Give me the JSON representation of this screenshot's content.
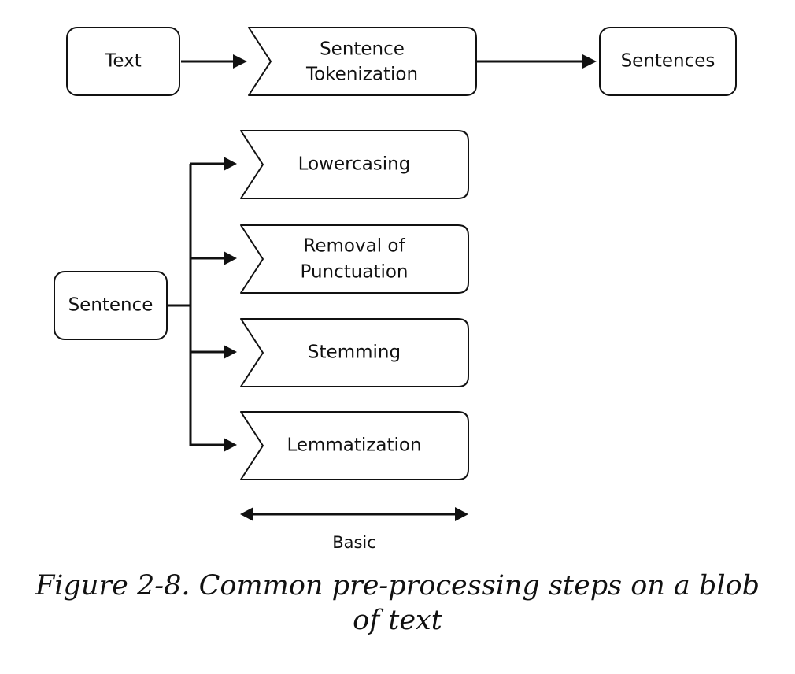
{
  "diagram": {
    "row1": {
      "text_box": "Text",
      "tokenization": [
        "Sentence",
        "Tokenization"
      ],
      "sentences_box": "Sentences"
    },
    "row2": {
      "sentence_box": "Sentence",
      "steps": [
        [
          "Lowercasing"
        ],
        [
          "Removal of",
          "Punctuation"
        ],
        [
          "Stemming"
        ],
        [
          "Lemmatization"
        ]
      ],
      "range_label": "Basic"
    },
    "colors": {
      "stroke": "#111111",
      "fill": "#ffffff"
    }
  },
  "caption": "Figure 2-8. Common pre-processing steps on a blob of text"
}
